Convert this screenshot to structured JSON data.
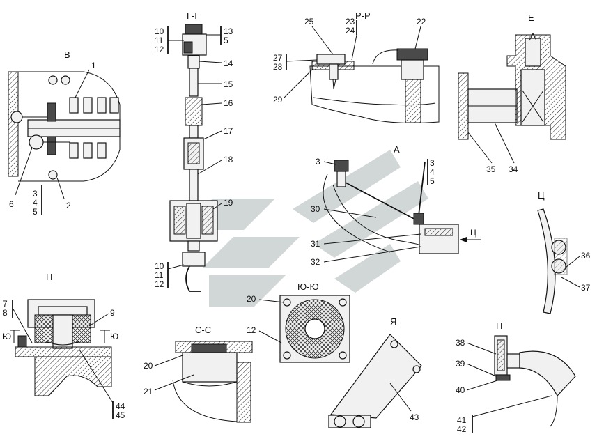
{
  "view_labels": {
    "v": "В",
    "gg": "Г-Г",
    "rr": "Р-Р",
    "e": "Е",
    "a": "А",
    "ts": "Ц",
    "n": "Н",
    "yuyu": "Ю-Ю",
    "ss": "С-С",
    "ya": "Я",
    "p": "П"
  },
  "arrow_labels": {
    "ts": "Ц",
    "yu_left": "Ю",
    "yu_right": "Ю"
  },
  "callouts": {
    "v": {
      "n1": "1",
      "n2": "2",
      "n6": "6",
      "stack": [
        "3",
        "4",
        "5"
      ]
    },
    "gg": {
      "top_left": [
        "10",
        "11",
        "12"
      ],
      "top_right": [
        "13",
        "5"
      ],
      "n14": "14",
      "n15": "15",
      "n16": "16",
      "n17": "17",
      "n18": "18",
      "n19": "19",
      "bottom_left": [
        "10",
        "11",
        "12"
      ]
    },
    "rr": {
      "n25": "25",
      "stack_23_24": [
        "23",
        "24"
      ],
      "n22": "22",
      "stack_27_28": [
        "27",
        "28"
      ],
      "n29": "29"
    },
    "e": {
      "n35": "35",
      "n34": "34"
    },
    "a": {
      "n3": "3",
      "stack_right": [
        "3",
        "4",
        "5"
      ],
      "n30": "30",
      "n31": "31",
      "n32": "32"
    },
    "ts": {
      "n36": "36",
      "n37": "37"
    },
    "n": {
      "stack_7_8": [
        "7",
        "8"
      ],
      "n9": "9",
      "stack_44_45": [
        "44",
        "45"
      ]
    },
    "yuyu": {
      "n20": "20",
      "n12": "12"
    },
    "ss": {
      "n20": "20",
      "n21": "21"
    },
    "ya": {
      "n43": "43"
    },
    "p": {
      "n38": "38",
      "n39": "39",
      "n40": "40",
      "stack_41_42": [
        "41",
        "42"
      ]
    }
  },
  "colors": {
    "ink": "#111111",
    "watermark": "#c9cfcf",
    "fill": "#f1f1f1"
  }
}
